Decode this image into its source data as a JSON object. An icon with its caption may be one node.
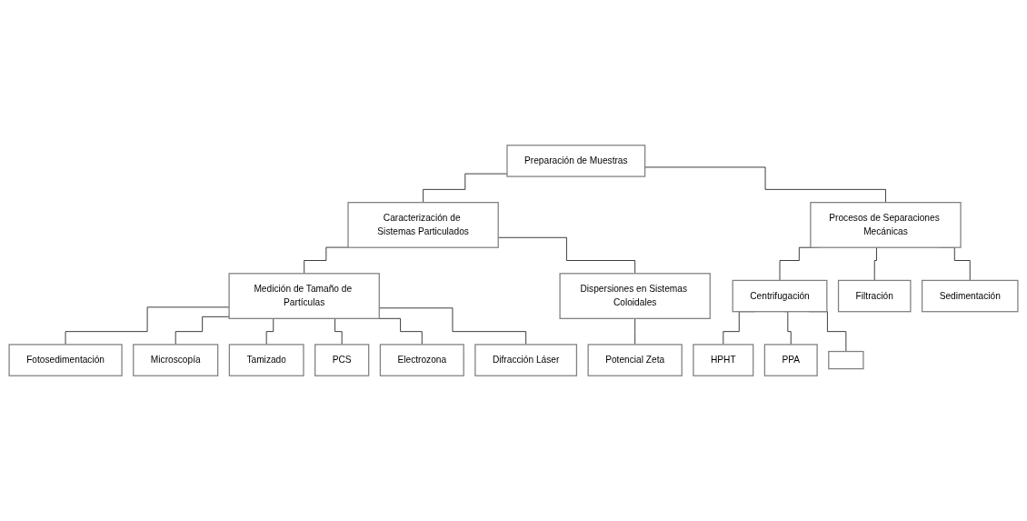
{
  "diagram": {
    "nodes": [
      {
        "text": [
          "Preparación de Muestras"
        ]
      },
      {
        "text": [
          "Caracterización de Sistemas Particulados"
        ]
      },
      {
        "text": [
          "Procesos de Separaciones Mecánicas"
        ]
      },
      {
        "text": [
          "Medición de Tamaño de Partículas"
        ]
      },
      {
        "text": [
          "Dispersiones en Sistemas Coloidales"
        ]
      },
      {
        "text": [
          "Centrifugación"
        ]
      },
      {
        "text": [
          "Filtración"
        ]
      },
      {
        "text": [
          "Sedimentación"
        ]
      },
      {
        "text": [
          "Fotosedimentación"
        ]
      },
      {
        "text": [
          "Microscopía"
        ]
      },
      {
        "text": [
          "Tamizado"
        ]
      },
      {
        "text": [
          "PCS"
        ]
      },
      {
        "text": [
          "Electrozona"
        ]
      },
      {
        "text": [
          "Difracción Láser"
        ]
      },
      {
        "text": [
          "Potencial Zeta"
        ]
      },
      {
        "text": [
          "HPHT"
        ]
      },
      {
        "text": [
          "PPA"
        ]
      },
      {
        "text": [],
        "shape": "box"
      }
    ],
    "edges": [
      {
        "from": 0,
        "to": 1,
        "arrow": "none"
      },
      {
        "from": 0,
        "to": 2,
        "arrow": "none"
      },
      {
        "from": 1,
        "to": 3,
        "arrow": "none"
      },
      {
        "from": 1,
        "to": 4,
        "arrow": "none"
      },
      {
        "from": 2,
        "to": 5,
        "arrow": "none"
      },
      {
        "from": 2,
        "to": 6,
        "arrow": "none"
      },
      {
        "from": 2,
        "to": 7,
        "arrow": "none"
      },
      {
        "from": 3,
        "to": 8,
        "arrow": "none"
      },
      {
        "from": 3,
        "to": 9,
        "arrow": "none"
      },
      {
        "from": 3,
        "to": 10,
        "arrow": "none"
      },
      {
        "from": 3,
        "to": 11,
        "arrow": "none"
      },
      {
        "from": 3,
        "to": 12,
        "arrow": "none"
      },
      {
        "from": 3,
        "to": 13,
        "arrow": "none"
      },
      {
        "from": 4,
        "to": 14,
        "arrow": "none"
      },
      {
        "from": 5,
        "to": 15,
        "arrow": "none"
      },
      {
        "from": 5,
        "to": 16,
        "arrow": "none"
      },
      {
        "from": 5,
        "to": 17,
        "arrow": "none"
      }
    ]
  }
}
